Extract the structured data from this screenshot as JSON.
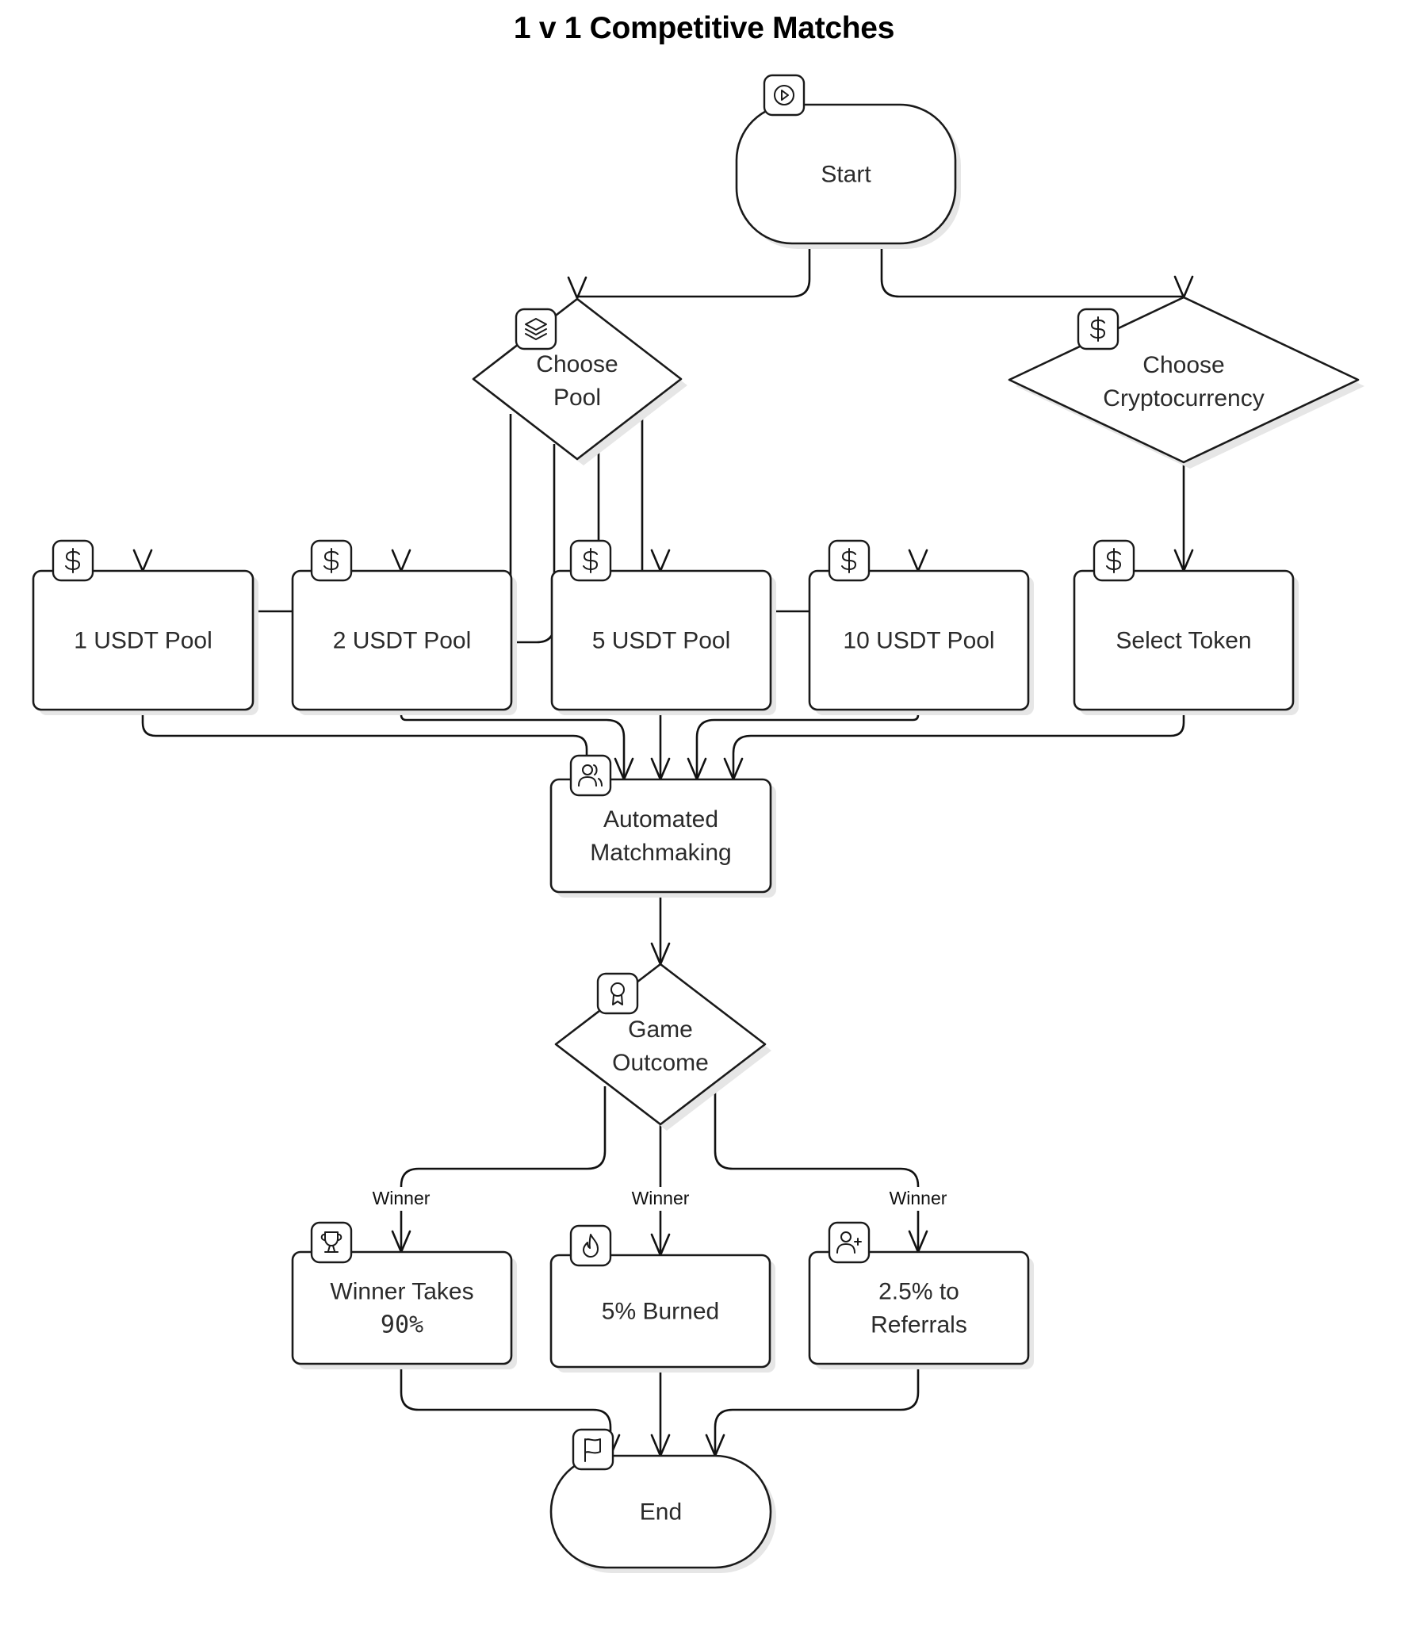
{
  "title": "1 v 1 Competitive Matches",
  "theme": {
    "stroke": "#1a1a1a",
    "fill": "#ffffff",
    "shadow": "#e6e6e6",
    "text": "#2b2b2b"
  },
  "nodes": [
    {
      "id": "start",
      "shape": "terminal",
      "lines": [
        "Start"
      ],
      "icon": "play-circle-icon"
    },
    {
      "id": "choose_pool",
      "shape": "decision",
      "lines": [
        "Choose",
        "Pool"
      ],
      "icon": "layers-icon"
    },
    {
      "id": "choose_crypto",
      "shape": "decision",
      "lines": [
        "Choose",
        "Cryptocurrency"
      ],
      "icon": "dollar-icon"
    },
    {
      "id": "pool_1",
      "shape": "process",
      "lines": [
        "1 USDT Pool"
      ],
      "icon": "dollar-icon"
    },
    {
      "id": "pool_2",
      "shape": "process",
      "lines": [
        "2 USDT Pool"
      ],
      "icon": "dollar-icon"
    },
    {
      "id": "pool_5",
      "shape": "process",
      "lines": [
        "5 USDT Pool"
      ],
      "icon": "dollar-icon"
    },
    {
      "id": "pool_10",
      "shape": "process",
      "lines": [
        "10 USDT Pool"
      ],
      "icon": "dollar-icon"
    },
    {
      "id": "select_token",
      "shape": "process",
      "lines": [
        "Select Token"
      ],
      "icon": "dollar-icon"
    },
    {
      "id": "matchmaking",
      "shape": "process",
      "lines": [
        "Automated",
        "Matchmaking"
      ],
      "icon": "users-icon"
    },
    {
      "id": "game_outcome",
      "shape": "decision",
      "lines": [
        "Game",
        "Outcome"
      ],
      "icon": "award-icon"
    },
    {
      "id": "winner_takes",
      "shape": "process",
      "lines": [
        "Winner Takes",
        "90%"
      ],
      "icon": "trophy-icon"
    },
    {
      "id": "burned",
      "shape": "process",
      "lines": [
        "5% Burned"
      ],
      "icon": "flame-icon"
    },
    {
      "id": "referrals",
      "shape": "process",
      "lines": [
        "2.5% to",
        "Referrals"
      ],
      "icon": "user-plus-icon"
    },
    {
      "id": "end",
      "shape": "terminal",
      "lines": [
        "End"
      ],
      "icon": "flag-icon"
    }
  ],
  "edges": [
    {
      "from": "start",
      "to": "choose_pool",
      "label": ""
    },
    {
      "from": "start",
      "to": "choose_crypto",
      "label": ""
    },
    {
      "from": "choose_pool",
      "to": "pool_1",
      "label": ""
    },
    {
      "from": "choose_pool",
      "to": "pool_2",
      "label": ""
    },
    {
      "from": "choose_pool",
      "to": "pool_5",
      "label": ""
    },
    {
      "from": "choose_pool",
      "to": "pool_10",
      "label": ""
    },
    {
      "from": "choose_crypto",
      "to": "select_token",
      "label": ""
    },
    {
      "from": "pool_1",
      "to": "matchmaking",
      "label": ""
    },
    {
      "from": "pool_2",
      "to": "matchmaking",
      "label": ""
    },
    {
      "from": "pool_5",
      "to": "matchmaking",
      "label": ""
    },
    {
      "from": "pool_10",
      "to": "matchmaking",
      "label": ""
    },
    {
      "from": "select_token",
      "to": "matchmaking",
      "label": ""
    },
    {
      "from": "matchmaking",
      "to": "game_outcome",
      "label": ""
    },
    {
      "from": "game_outcome",
      "to": "winner_takes",
      "label": "Winner"
    },
    {
      "from": "game_outcome",
      "to": "burned",
      "label": "Winner"
    },
    {
      "from": "game_outcome",
      "to": "referrals",
      "label": "Winner"
    },
    {
      "from": "winner_takes",
      "to": "end",
      "label": ""
    },
    {
      "from": "burned",
      "to": "end",
      "label": ""
    },
    {
      "from": "referrals",
      "to": "end",
      "label": ""
    }
  ]
}
